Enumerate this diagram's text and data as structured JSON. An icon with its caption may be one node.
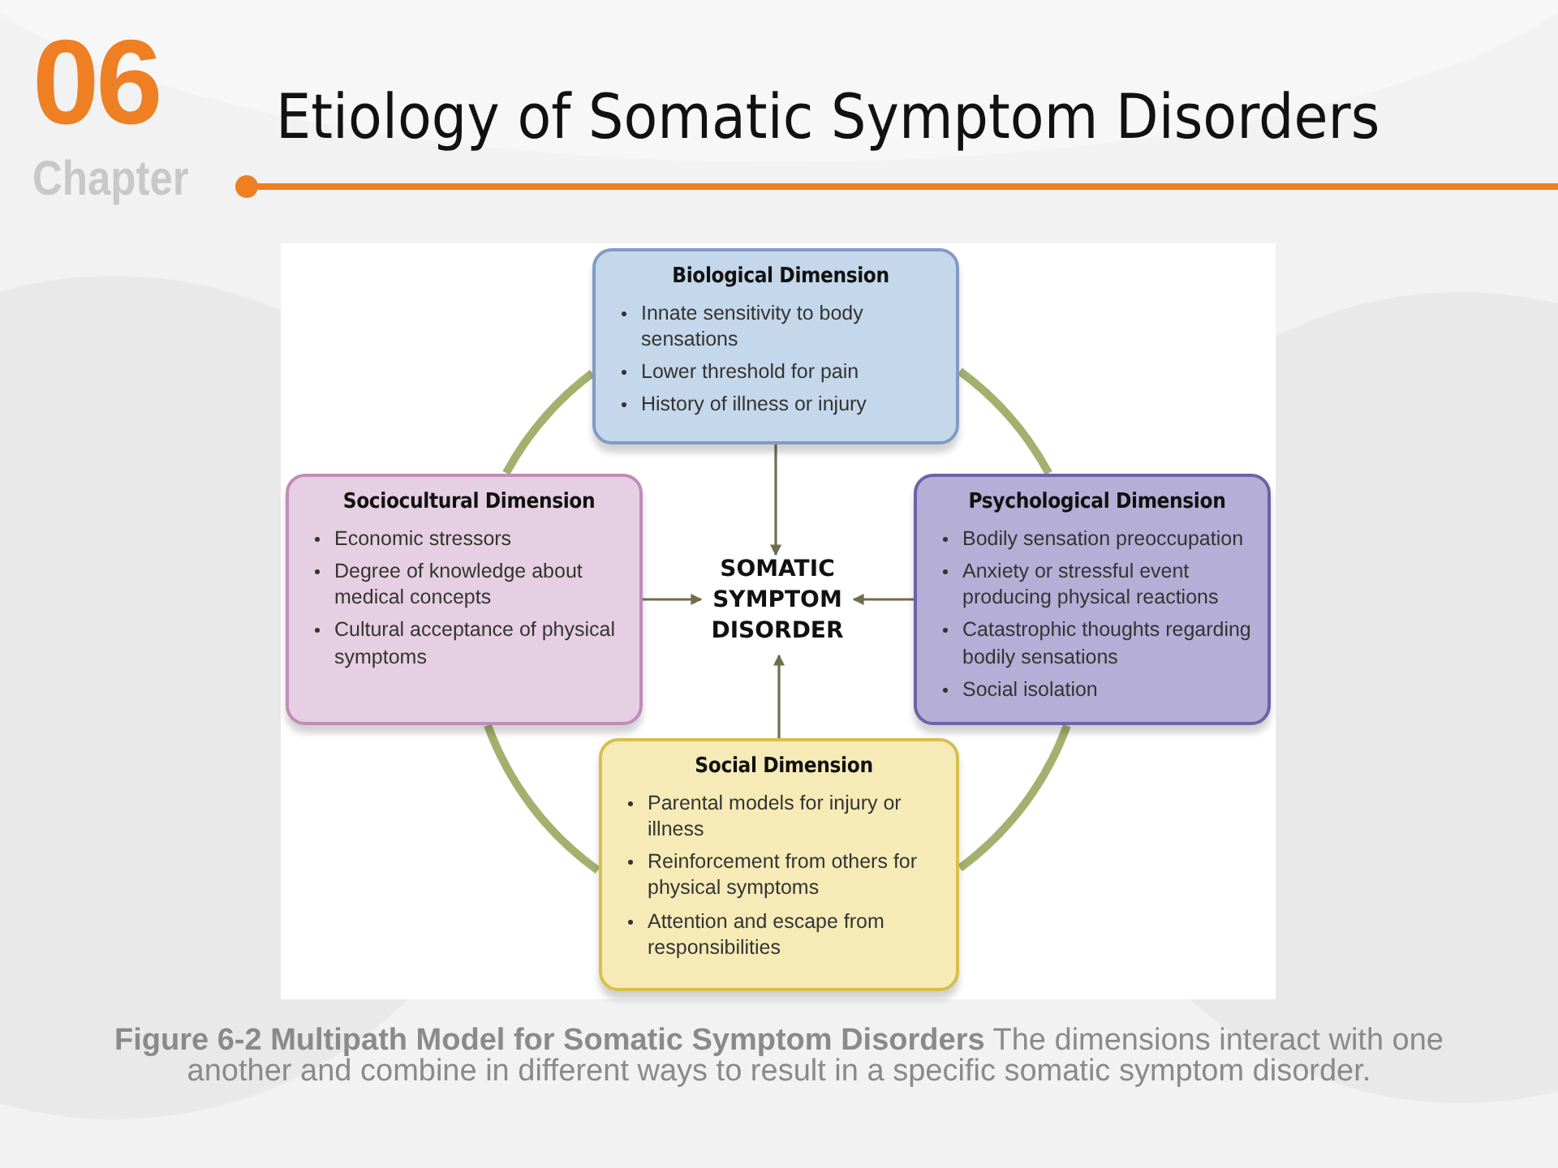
{
  "diagram": {
    "title": "Etiology of Somatic Symptom Disorders",
    "caption": "**Figure 6-2 Multipath Model for Somatic Symptom Disorders** The dimensions interact with one another and combine in different ways to result in a specific somatic symptom disorder.",
    "nodes": [
      {
        "text": [
          "Biological Dimension",
          "Innate sensitivity to body sensations",
          "Lower threshold for pain",
          "History of illness or injury"
        ]
      },
      {
        "text": [
          "Sociocultural Dimension",
          "Economic stressors",
          "Degree of knowledge about medical concepts",
          "Cultural acceptance of physical symptoms"
        ]
      },
      {
        "text": [
          "SOMATIC SYMPTOM DISORDER"
        ]
      },
      {
        "text": [
          "Psychological Dimension",
          "Bodily sensation preoccupation",
          "Anxiety or stressful event producing physical reactions",
          "Catastrophic thoughts regarding bodily sensations",
          "Social isolation"
        ]
      },
      {
        "text": [
          "Social Dimension",
          "Parental models for injury or illness",
          "Reinforcement from others for physical symptoms",
          "Attention and escape from responsibilities"
        ]
      }
    ],
    "edges": [
      {
        "from": 0,
        "to": 2,
        "arrow": "to",
        "color": "#6e6e4e"
      },
      {
        "from": 1,
        "to": 2,
        "arrow": "to",
        "color": "#6e6e4e"
      },
      {
        "from": 3,
        "to": 2,
        "arrow": "to",
        "color": "#6e6e4e"
      },
      {
        "from": 4,
        "to": 2,
        "arrow": "to",
        "color": "#6e6e4e"
      },
      {
        "from": 0,
        "to": 3,
        "arrow": "none",
        "style": "thick",
        "color": "#a3b16e"
      },
      {
        "from": 3,
        "to": 4,
        "arrow": "none",
        "style": "thick",
        "color": "#a3b16e"
      },
      {
        "from": 4,
        "to": 1,
        "arrow": "none",
        "style": "thick",
        "color": "#a3b16e"
      },
      {
        "from": 1,
        "to": 0,
        "arrow": "none",
        "style": "thick",
        "color": "#a3b16e"
      }
    ],
    "labels": [
      "06",
      "Chapter"
    ]
  }
}
